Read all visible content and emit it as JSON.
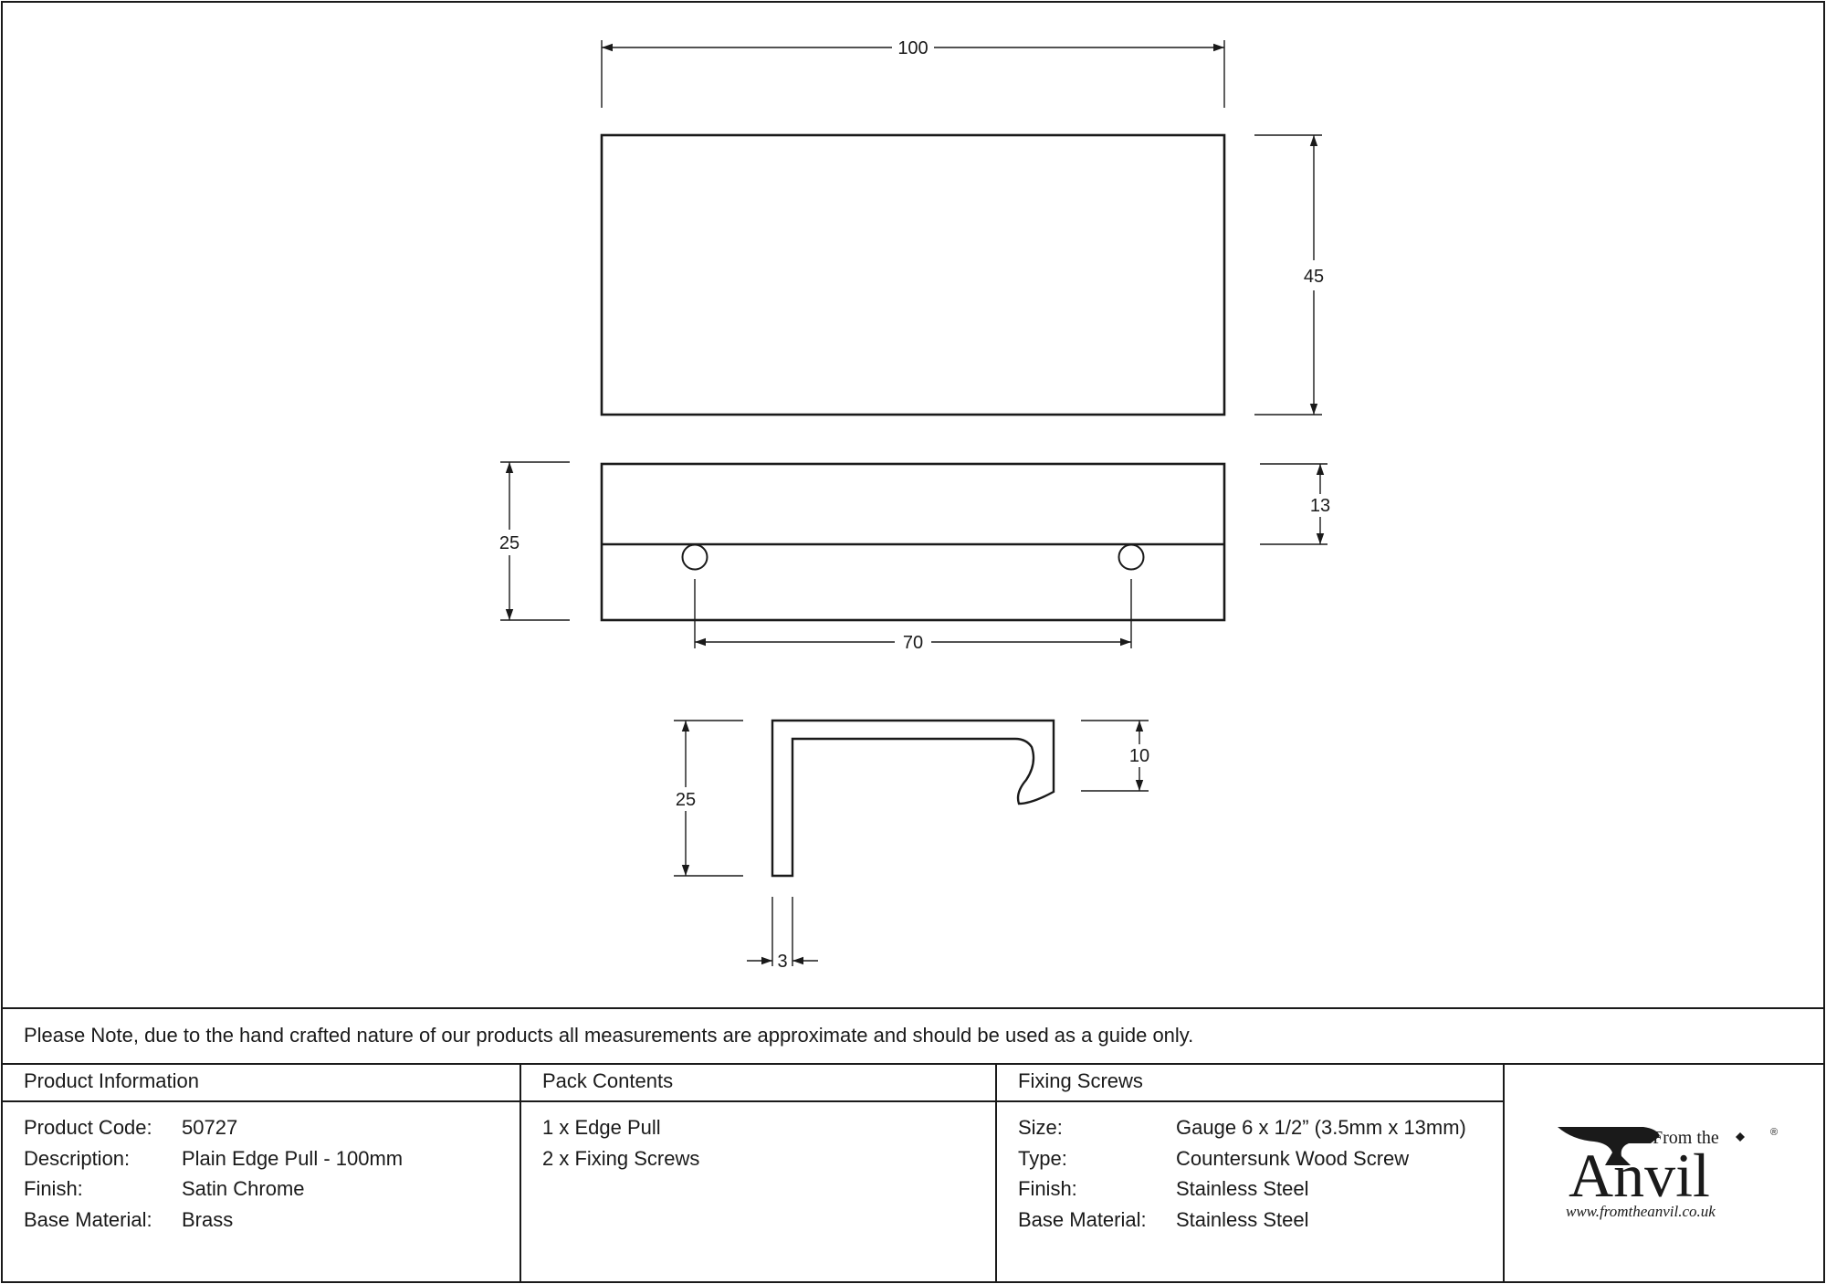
{
  "drawing": {
    "top_view": {
      "width_label": "100",
      "height_label": "45"
    },
    "front_view": {
      "height_label": "25",
      "lip_label": "13",
      "centres_label": "70"
    },
    "side_view": {
      "height_label": "25",
      "return_label": "10",
      "thickness_label": "3"
    }
  },
  "note": "Please Note, due to the hand crafted nature of our products all measurements are approximate and should be used as a guide only.",
  "product_information": {
    "heading": "Product Information",
    "rows": [
      {
        "label": "Product Code:",
        "value": "50727"
      },
      {
        "label": "Description:",
        "value": "Plain Edge Pull - 100mm"
      },
      {
        "label": "Finish:",
        "value": "Satin Chrome"
      },
      {
        "label": "Base Material:",
        "value": "Brass"
      }
    ]
  },
  "pack_contents": {
    "heading": "Pack Contents",
    "items": [
      "1 x Edge Pull",
      "2 x Fixing Screws"
    ]
  },
  "fixing_screws": {
    "heading": "Fixing Screws",
    "rows": [
      {
        "label": "Size:",
        "value": "Gauge 6 x 1/2” (3.5mm x 13mm)"
      },
      {
        "label": "Type:",
        "value": "Countersunk Wood Screw"
      },
      {
        "label": "Finish:",
        "value": "Stainless Steel"
      },
      {
        "label": "Base Material:",
        "value": "Stainless Steel"
      }
    ]
  },
  "logo": {
    "from_the": "From the",
    "brand": "Anvil",
    "registered": "®",
    "url": "www.fromtheanvil.co.uk"
  },
  "colors": {
    "ink": "#1a1a1a",
    "background": "#ffffff"
  }
}
